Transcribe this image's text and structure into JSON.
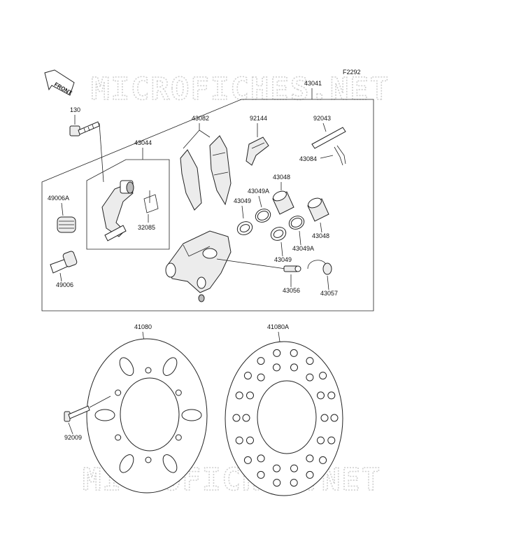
{
  "diagram_code": "F2292",
  "front_marker": "FRONT",
  "watermark": "MICROFICHES.NET",
  "labels": {
    "p43041": "43041",
    "p130": "130",
    "p43082": "43082",
    "p92144": "92144",
    "p92043": "92043",
    "p43084": "43084",
    "p43044": "43044",
    "p49006A": "49006A",
    "p32085": "32085",
    "p43048a": "43048",
    "p43049Aa": "43049A",
    "p43049a": "43049",
    "p43048b": "43048",
    "p43049Ab": "43049A",
    "p43049b": "43049",
    "p49006": "49006",
    "p43056": "43056",
    "p43057": "43057",
    "p41080": "41080",
    "p41080A": "41080A",
    "p92009": "92009"
  }
}
